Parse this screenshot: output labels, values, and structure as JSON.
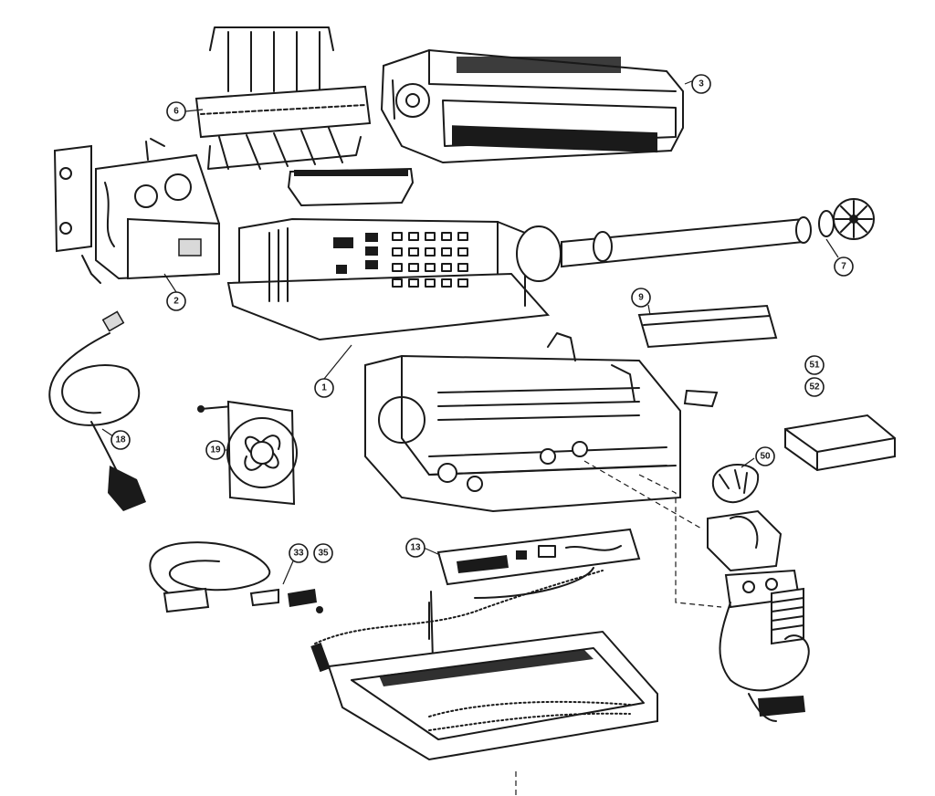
{
  "callouts": [
    {
      "id": "1",
      "label": "1"
    },
    {
      "id": "2",
      "label": "2"
    },
    {
      "id": "3",
      "label": "3"
    },
    {
      "id": "6",
      "label": "6"
    },
    {
      "id": "7",
      "label": "7"
    },
    {
      "id": "9",
      "label": "9"
    },
    {
      "id": "13",
      "label": "13"
    },
    {
      "id": "18",
      "label": "18"
    },
    {
      "id": "19",
      "label": "19"
    },
    {
      "id": "33",
      "label": "33"
    },
    {
      "id": "35",
      "label": "35"
    },
    {
      "id": "50",
      "label": "50"
    },
    {
      "id": "51",
      "label": "51"
    },
    {
      "id": "52",
      "label": "52"
    }
  ]
}
